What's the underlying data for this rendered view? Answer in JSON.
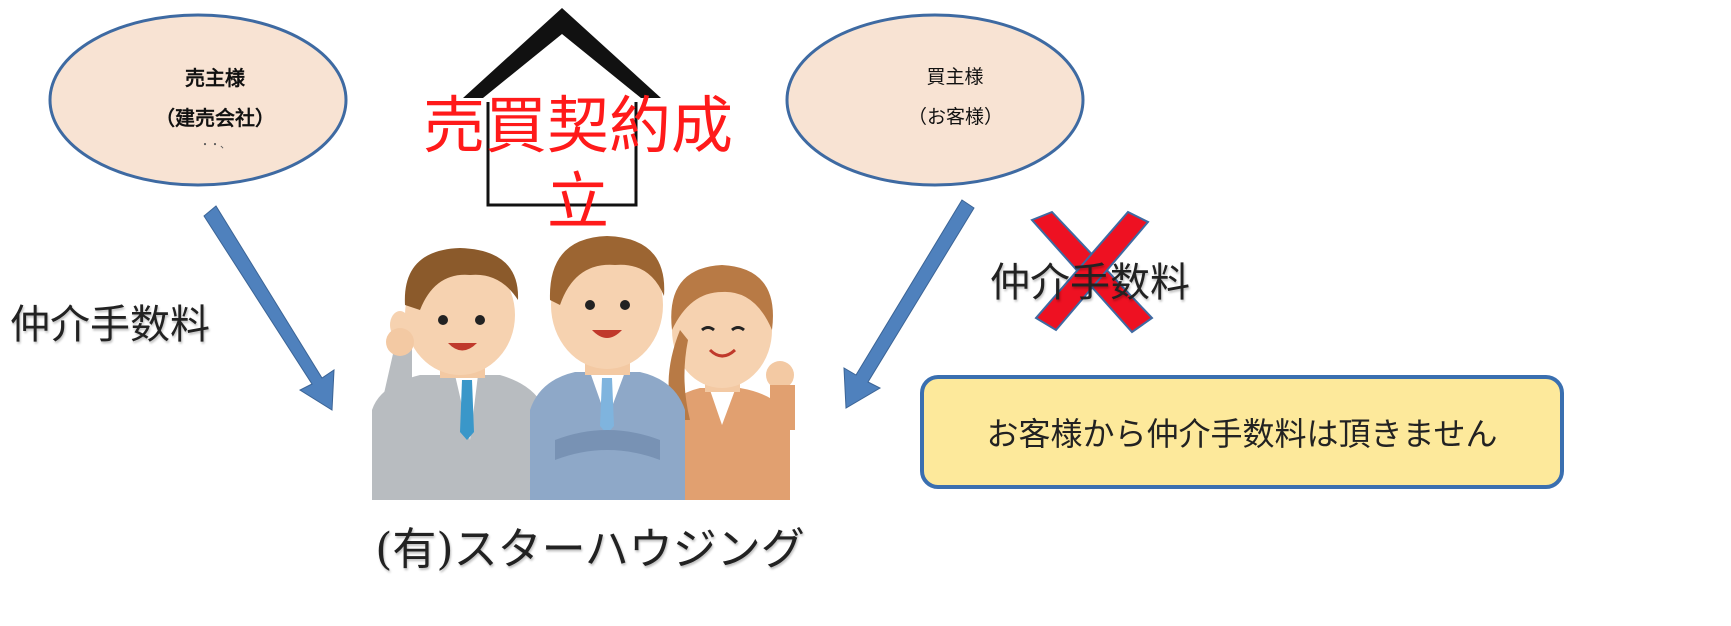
{
  "seller": {
    "title": "売主様",
    "subtitle": "（建売会社）",
    "dots": "・・、"
  },
  "buyer": {
    "title": "買主様",
    "subtitle": "（お客様）"
  },
  "contract_label": "売買契約成立",
  "fee_left_label": "仲介手数料",
  "fee_right_label": "仲介手数料",
  "notice_text": "お客様から仲介手数料は頂きません",
  "company_name": "(有)スターハウジング",
  "colors": {
    "oval_fill": "#f8e3d3",
    "oval_stroke": "#3e6aa2",
    "arrow": "#4f81bd",
    "contract_red": "#ff1a1a",
    "cross_red": "#ee1122",
    "notice_fill": "#fde99b",
    "notice_border": "#3a6fb0"
  },
  "icons": {
    "house": "house-outline-icon",
    "cross": "cross-mark-icon",
    "people": "business-team-illustration"
  }
}
